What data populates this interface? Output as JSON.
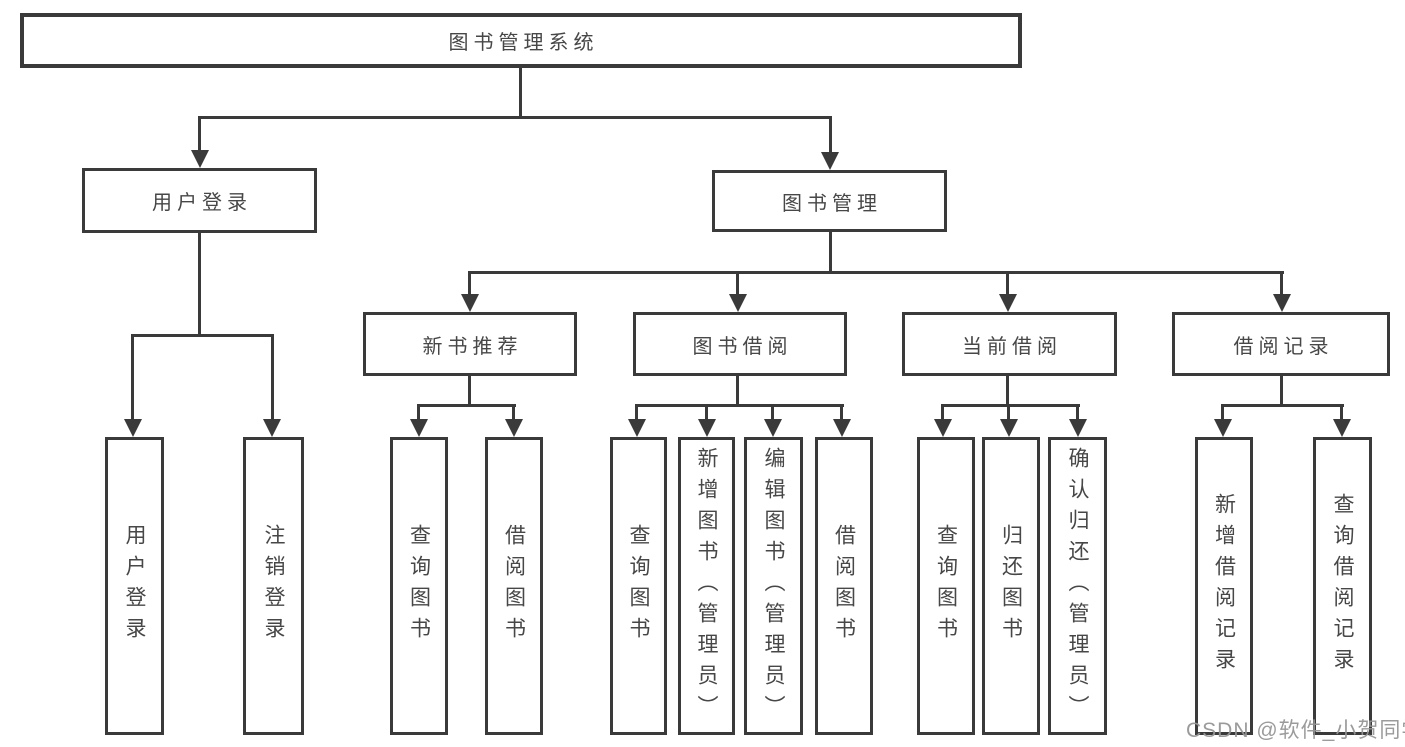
{
  "diagram": {
    "root": "图书管理系统",
    "level1": [
      "用户登录",
      "图书管理"
    ],
    "level2": [
      "新书推荐",
      "图书借阅",
      "当前借阅",
      "借阅记录"
    ],
    "leaves": {
      "user_login": [
        "用户登录",
        "注销登录"
      ],
      "new_rec": [
        "查询图书",
        "借阅图书"
      ],
      "book_borrow": [
        "查询图书",
        "新增图书（管理员）",
        "编辑图书（管理员）",
        "借阅图书"
      ],
      "current_borrow": [
        "查询图书",
        "归还图书",
        "确认归还（管理员）"
      ],
      "borrow_record": [
        "新增借阅记录",
        "查询借阅记录"
      ]
    }
  },
  "watermark": "CSDN @软件_小贺同学",
  "colors": {
    "line": "#3a3a3a",
    "text": "#474747",
    "watermark": "#969696",
    "background": "#ffffff"
  }
}
